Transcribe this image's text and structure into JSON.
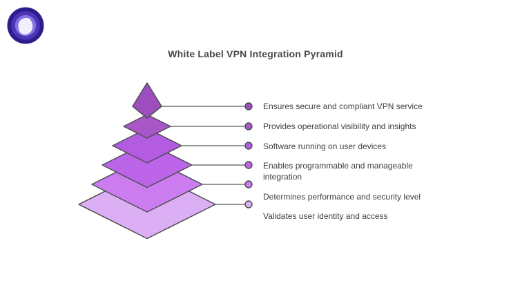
{
  "brand": {
    "logo_name": "purevpn-mark",
    "colors": {
      "outer": "#2c1d8e",
      "mid": "#4c36b4",
      "inner": "#8672e4",
      "core": "#f2eefc"
    }
  },
  "diagram": {
    "title": "White Label VPN Integration Pyramid",
    "type": "pyramid",
    "levels": [
      {
        "rank": 1,
        "label": "Ensures secure and compliant VPN service",
        "color": "#9d4dbe"
      },
      {
        "rank": 2,
        "label": "Provides operational visibility and insights",
        "color": "#a956c9"
      },
      {
        "rank": 3,
        "label": "Software running on user devices",
        "color": "#b35ce2"
      },
      {
        "rank": 4,
        "label": "Enables programmable and manageable integration",
        "color": "#bd65e9"
      },
      {
        "rank": 5,
        "label": "Determines performance and security level",
        "color": "#cb7df0"
      },
      {
        "rank": 6,
        "label": "Validates user identity and access",
        "color": "#dcaff4"
      }
    ],
    "line_color": "#55565a",
    "text_color": "#3e3e44"
  },
  "chart_data": {
    "type": "pyramid",
    "title": "White Label VPN Integration Pyramid",
    "categories": [
      "Ensures secure and compliant VPN service",
      "Provides operational visibility and insights",
      "Software running on user devices",
      "Enables programmable and manageable integration",
      "Determines performance and security level",
      "Validates user identity and access"
    ],
    "order": "top-to-bottom",
    "legend_position": "right",
    "colors": [
      "#9d4dbe",
      "#a956c9",
      "#b35ce2",
      "#bd65e9",
      "#cb7df0",
      "#dcaff4"
    ]
  }
}
